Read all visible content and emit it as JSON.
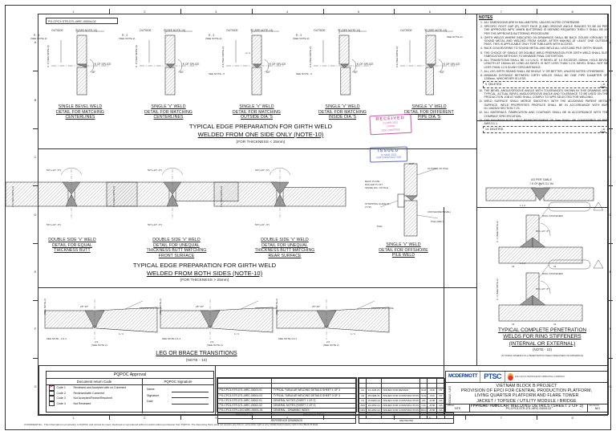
{
  "sheet": {
    "drawing_number_tag": "PG-CPC3-STR-DTL-MRC-00004-02",
    "confidential": "CONFIDENTIAL - This information is proprietary to PQPOC and cannot be used, disclosed or reproduced without explicit written permission from PQPOC. The Receiving Party shall not acquire any title to, ownership right or any intellectual property right in the Block B Data."
  },
  "zones": {
    "columns": [
      "1",
      "2",
      "3",
      "4",
      "5",
      "6",
      "7",
      "8"
    ],
    "rows": [
      "A",
      "B",
      "C",
      "D",
      "E",
      "F",
      "G"
    ]
  },
  "notes": {
    "title": "NOTES",
    "items": [
      {
        "n": "1.",
        "text": "ALL DIMENSIONS ARE IN MILLIMETERS, UNLESS NOTED OTHERWISE."
      },
      {
        "n": "2.",
        "text": "SPECIFIC ROOT GAP (R), ROOT FACE (f) AND GROOVE ANGLE RANGES TO BE AS PER THE APPROVED WPS. WHEN BUTTERING IS DEEMED REQUIRED THEN IT SHALL BE AS PER THE APPROVED BUTTERING PROCEDURE."
      },
      {
        "n": "3.",
        "text": "GIRTH WELDS WHERE INDICATED ON DRAWINGS SHALL BE BACK GOUGE /GROUND TO SOUND METAL AND WELDED FROM INSIDE, AFTER MAKING AT LEAST ONE OUTSIDE PASS. THIS IS APPLICABLE ONLY FOR TUBULARS WITH ACCESS."
      },
      {
        "n": "4.",
        "text": "BACK GOUGE/GRIND TO SOUND METAL AND WELD ALL LEGS AND PILE GIRTH SEAMS."
      },
      {
        "n": "5.",
        "text": "THE CHOICE OF SINGLE OR DOUBLE WELD PREPARATION FOR GIRTH WELD SHALL SUIT FABRICATION METHODS TO MINIMIZE FINAL DISTORTION."
      },
      {
        "n": "6.",
        "text": "ALL TRANSITIONS SHALL BE 1:4 U.N.O. IF BEVEL AT 1:4 EXCEEDS 150mm, HOLD BEVEL LENGTH AT 150mm AS LONG AS BEVEL IS NOT LESS THAN 1:2.5. BEVEL SHALL NOT BE LESS THAN 1:2.5 IN ANY CIRCUMSTANCE."
      },
      {
        "n": "7.",
        "text": "ALL LEG GIRTH SEAMS SHALL BE SINGLE 'V' OR BETTER, UNLESS NOTED OTHERWISE."
      },
      {
        "n": "8.",
        "text": "MINIMUM DISTANCE BETWEEN GIRTH WELDS SHALL BE ONE PIPE DIAMETER OR 1200mm, WHICHEVER IS LESS."
      },
      {
        "n": "9.",
        "text": "DELETED",
        "boxed": true,
        "revmark": "A"
      },
      {
        "n": "10.",
        "text": "THE BEVEL ANGLE/GROOVE ANGLE WITH TOLERANCES SHOWN IN THIS DRAWING ARE TYPICAL. ACTUAL BEVEL ANGLE/GROOVE ANGLE AND TOLERANCE TO BE USED ON THE PRODUCTION JOB AT YARD SHALL COMPLY TO WPS SELECTED FOR WELDING."
      },
      {
        "n": "11.",
        "text": "WELD SURFACE SHALL MERGE SMOOTHLY WITH THE ADJOINING PARENT METAL SURFACE. WELD PROPERTIES PROFILES SHALL BE IN ACCORDANCE WITH AWS D1.1/M2020 SECTION 7.23."
      },
      {
        "n": "12.",
        "text": "ALL MATERIALS, FABRICATION AND COATINGS SHALL BE IN ACCORDANCE WITH THE COMPANY SPECIFICATION."
      },
      {
        "n": "13.",
        "text": "THE MAXIMUM BUTT WELD REINFORCEMENT OF 3mm SHALL BE CONSIDERED AS PER AWS D1.1."
      },
      {
        "n": "14.",
        "text": "DELETED",
        "boxed": true,
        "revmark": "A"
      }
    ]
  },
  "stamps": {
    "received": {
      "line1": "RECEIVED",
      "line2": "01 APR 2021",
      "line3": "Luong",
      "line4": "DOC CONTROL"
    },
    "issued": {
      "line1": "ISSUED",
      "line2": "15 MAR 2021",
      "line3": "FOR CONSTRUCTION"
    }
  },
  "details": {
    "row1": [
      {
        "id": "single-bevel-weld",
        "lines": [
          "SINGLE BEVEL WELD",
          "DETAIL FOR MATCHING",
          "CENTERLINES"
        ],
        "angle": "45°",
        "cl": "€ OF SPLICE",
        "outside": "OUTSIDE",
        "dim_top": "C (SEE NOTE-13)",
        "dim_left": "R - 3\n(SEE NOTE-2)",
        "dim_side": "3 - 8\n(SEE NOTE-2)"
      },
      {
        "id": "single-v-weld-matching-cl",
        "lines": [
          "SINGLE 'V' WELD",
          "DETAIL FOR MATCHING",
          "CENTERLINES"
        ],
        "angle": "60°",
        "cl": "€ OF SPLICE",
        "outside": "OUTSIDE",
        "dim_top": "C (SEE NOTE-13)",
        "dim_left": "R - 3\n(SEE NOTE-2)",
        "dim_side": "3 - 8\n(SEE NOTE-2)"
      },
      {
        "id": "single-v-weld-matching-od",
        "lines": [
          "SINGLE 'V' WELD",
          "DETAIL FOR MATCHING",
          "OUTSIDE DIA.'S"
        ],
        "angle": "60°",
        "cl": "€ OF SPLICE",
        "outside": "OUTSIDE",
        "dim_top": "'C' (SEE NOTE-13)",
        "dim_left": "R - 3\n(SEE NOTE-2)",
        "dim_side": "2-6\n(SEE NOTE-2)",
        "leader": "SEE NOTE - 6",
        "slope": "4 / 1"
      },
      {
        "id": "single-v-weld-matching-id",
        "lines": [
          "SINGLE 'V' WELD",
          "DETAIL FOR MATCHING",
          "INSIDE DIA.'S"
        ],
        "angle": "60°",
        "cl": "€ OF SPLICE",
        "outside": "OUTSIDE",
        "dim_top": "'C' (SEE NOTE-13)",
        "dim_left": "R - 3\n(SEE NOTE-2)",
        "dim_side": "2-6\n(SEE NOTE-2)",
        "leader": "SEE NOTE - 6"
      },
      {
        "id": "single-v-weld-different-dia",
        "lines": [
          "SINGLE 'V' WELD",
          "DETAIL FOR DIFFERENT",
          "PIPE DIA.'S"
        ],
        "angle": "60°",
        "cl": "€ OF SPLICE",
        "outside": "OUTSIDE",
        "dim_top": "'C' (SEE NOTE-13)",
        "dim_side": "2-6\n(SEE NOTE-2)",
        "note": "SEE NOTE-11"
      }
    ],
    "row1_title": {
      "l1": "TYPICAL EDGE PREPARATION FOR GIRTH WELD",
      "l2": "WELDED FROM ONE SIDE ONLY (NOTE-10)",
      "l3": "(FOR THICKNESS < 25mm)"
    },
    "row2": [
      {
        "id": "double-side-v-equal",
        "lines": [
          "DOUBLE SIDE 'V' WELD",
          "DETAIL FOR EQUAL",
          "THICKNESS BUTT"
        ],
        "angle_top": "50°(+10°,-5°)",
        "angle_bot": "50°(+10°,-5°)",
        "dim": "2-6\n(SEE NOTE-2)"
      },
      {
        "id": "double-side-v-unequal-front",
        "lines": [
          "DOUBLE SIDE 'V' WELD",
          "DETAIL FOR UNEQUAL",
          "THICKNESS BUTT MATCHING",
          "FRONT SURFACE"
        ],
        "angle_top": "50°(+10°,-5°)",
        "angle_bot": "50°(+10°,-5°)",
        "dim": "2-6\n(SEE NOTE-2)"
      },
      {
        "id": "double-side-v-unequal-rear",
        "lines": [
          "DOUBLE SIDE 'V' WELD",
          "DETAIL FOR  UNEQUAL",
          "THICKNESS BUTT MATCHING",
          "REAR SURFACE"
        ],
        "angle_top": "50°(+10°,-5°)",
        "angle_bot": "50°(+10°,-5°)",
        "dim": "2-6\n(SEE NOTE-2)"
      },
      {
        "id": "single-v-offshore-pile-weld",
        "lines": [
          "SINGLE 'V' WELD",
          "DETAIL FOR OFFSHORE",
          "PILE WELD"
        ],
        "labels": [
          "GAP",
          "BACK PLATE ROLLED TO FIT INSIDE DIA. OF PILE",
          "STRIPPING GUIDE PL. (TYP.)",
          "PILE",
          "OUTSIDE OF PILE",
          "(OFFSHORE BEVEL)",
          "PILE (REF.)"
        ]
      }
    ],
    "row2_title": {
      "l1": "TYPICAL EDGE PREPARATION FOR GIRTH WELD",
      "l2": "WELDED FROM BOTH SIDES (NOTE-10)",
      "l3": "(FOR THICKNESS > 25mm)"
    },
    "row3": [
      {
        "id": "leg-brace-transition-1",
        "labels": [
          "TRANSITION CONE",
          "(SEE NOTE 2)",
          "SEE NOTE - 6",
          "SEE NOTE - 3 & 4"
        ],
        "angle": "25°  25°",
        "slope": "1 / 4",
        "dim": "2-6"
      },
      {
        "id": "leg-brace-transition-2",
        "labels": [
          "TRANSITION CONE",
          "(SEE NOTE 2)",
          "(SEE NOTE - 6)",
          "SEE NOTE-3 & 4"
        ],
        "angle": "25°  25°",
        "slope": "1 / 4",
        "dim": "2-6"
      },
      {
        "id": "leg-brace-transition-3",
        "labels": [
          "TRANSITION CONE",
          "(SEE NOTE 2)",
          "(SEE NOTE - 6)",
          "SEE NOTE-3 & 4"
        ],
        "angle": "25°  25°",
        "slope": "1 / 4",
        "dim": "2-6"
      }
    ],
    "row3_title": {
      "l1": "LEG OR BRACE TRANSITIONS",
      "l2": "(NOTE - 10)"
    },
    "right_mid": {
      "l1": "AS PER TABLE",
      "l2": "7.8 OF AWS D1.1M"
    },
    "ring": {
      "title": {
        "l1": "TYPICAL COMPLETE PENETRATION",
        "l2": "WELDS FOR RING STIFFENERS",
        "l3": "(INTERNAL OR EXTERNAL)",
        "l4": "(NOTE - 10)",
        "l5": "(AT RINGS WHERE FULL PENETRATION WELD SPECIFIED ON DRAWINGS)"
      },
      "labels": [
        "RING STIFFENER",
        "1 ± 2",
        "2 - 6\n(SEE NOTE-2)",
        "50°(+10°,-5°)",
        "t/4",
        "t/4",
        "1.5 ±2"
      ]
    }
  },
  "approval": {
    "title": "PQPOC Approval",
    "left_header": "Document return Code",
    "right_header": "PQPOC Signature",
    "codes": [
      {
        "label": "Code 1",
        "text": "Reviewed and Accepted with no Comment",
        "checked": true
      },
      {
        "label": "Code 2",
        "text": "Reviewed/with Comment",
        "checked": false
      },
      {
        "label": "Code 3",
        "text": "Not Accepted/Revise/Resubmit",
        "checked": false
      },
      {
        "label": "Code 4",
        "text": "Not Reviewed",
        "checked": false
      }
    ],
    "signature_fields": [
      {
        "label": "Name",
        "sep": ":"
      },
      {
        "label": "Signature",
        "sep": ":"
      },
      {
        "label": "Date",
        "sep": ":"
      }
    ]
  },
  "reference_table": {
    "headers": [
      "DRAWING NO",
      "DRAWING TITLE"
    ],
    "footer_left": "DRAWING NO",
    "footer_right": "DRAWING TITLE",
    "rows": [
      [
        "PG-CPC3-STR-DTL-MRC-00004-01",
        "TYPICAL TUBULAR WELDING DETAILS SHEET 1 OF 3"
      ],
      [
        "PG-CPC3-STR-DTL-MRC-00004-03",
        "TYPICAL TUBULAR WELDING DETAILS SHEET 3 OF 3"
      ],
      [
        "PG-CPC3-STR-DTL-MRC-00002-01",
        "GENERAL NOTES (SHEET 1 OF 2)"
      ],
      [
        "PG-CPC3-STR-DTL-MRC-00002-02",
        "GENERAL NOTES (SHEET 2 OF 2)"
      ],
      [
        "PG-CPC3-STR-LOG-MRC-00001-01",
        "GENERAL - DRAWING INDEX"
      ]
    ],
    "caption": "REFERENCE DRAWINGS"
  },
  "revision_table": {
    "headers": [
      "REV",
      "DATE",
      "DESCRIPTION",
      "BY",
      "CHKD",
      "ENG",
      "APPR"
    ],
    "caption": "REVISIONS",
    "rows": [
      [
        "A1",
        "10-JAN-21",
        "ISSUED FOR REVIEW",
        "VLD",
        "VLD",
        "NT",
        "DL"
      ],
      [
        "A2",
        "25-FEB-21",
        "ISSUED FOR CONSTRUCTION",
        "VLD",
        "VLD",
        "NT",
        "SA"
      ],
      [
        "C1",
        "15-MAR-21",
        "ISSUED FOR CONSTRUCTION",
        "AN",
        "AHM",
        "DA",
        "AHM"
      ],
      [
        "A00",
        "16-APR-21",
        "ISSUED FOR CONSTRUCTION",
        "CIC",
        "AHM",
        "DA",
        "AHM"
      ],
      [
        "N01",
        "30-APR-21",
        "ISSUED FOR CONSTRUCTION",
        "MLD",
        "AHM",
        "DA",
        "AHM"
      ]
    ]
  },
  "title_block": {
    "logos": {
      "mcdermott": "MCDERMOTT",
      "ptsc": "PTSC",
      "pv_caption": "PHU QUOC PETROLEUM OPERATING COMPANY"
    },
    "titles": [
      "VIETNAM BLOCK B PROJECT",
      "PROVISION OF EPCI FOR CENTRAL PRODUCTION PLATFORM,",
      "LIVING QUARTER PLATFORM AND FLARE TOWER",
      "JACKET / TOPSIDE / UTILITY MODULE / BRIDGE",
      "TYPICAL TUBULAR WELDING DETAILS (SHEET 2 OF 3)"
    ],
    "scale_key": "SCALE",
    "scale_value": "NTS",
    "drawing_key": "PQPOC DRAWING NUMBER",
    "drawing_value": "PG-CPC3-STR-DTL-MRC-00004-02",
    "rev_key": "REVISION",
    "rev_value": "N01",
    "side_label": "MODULE / LEG"
  }
}
